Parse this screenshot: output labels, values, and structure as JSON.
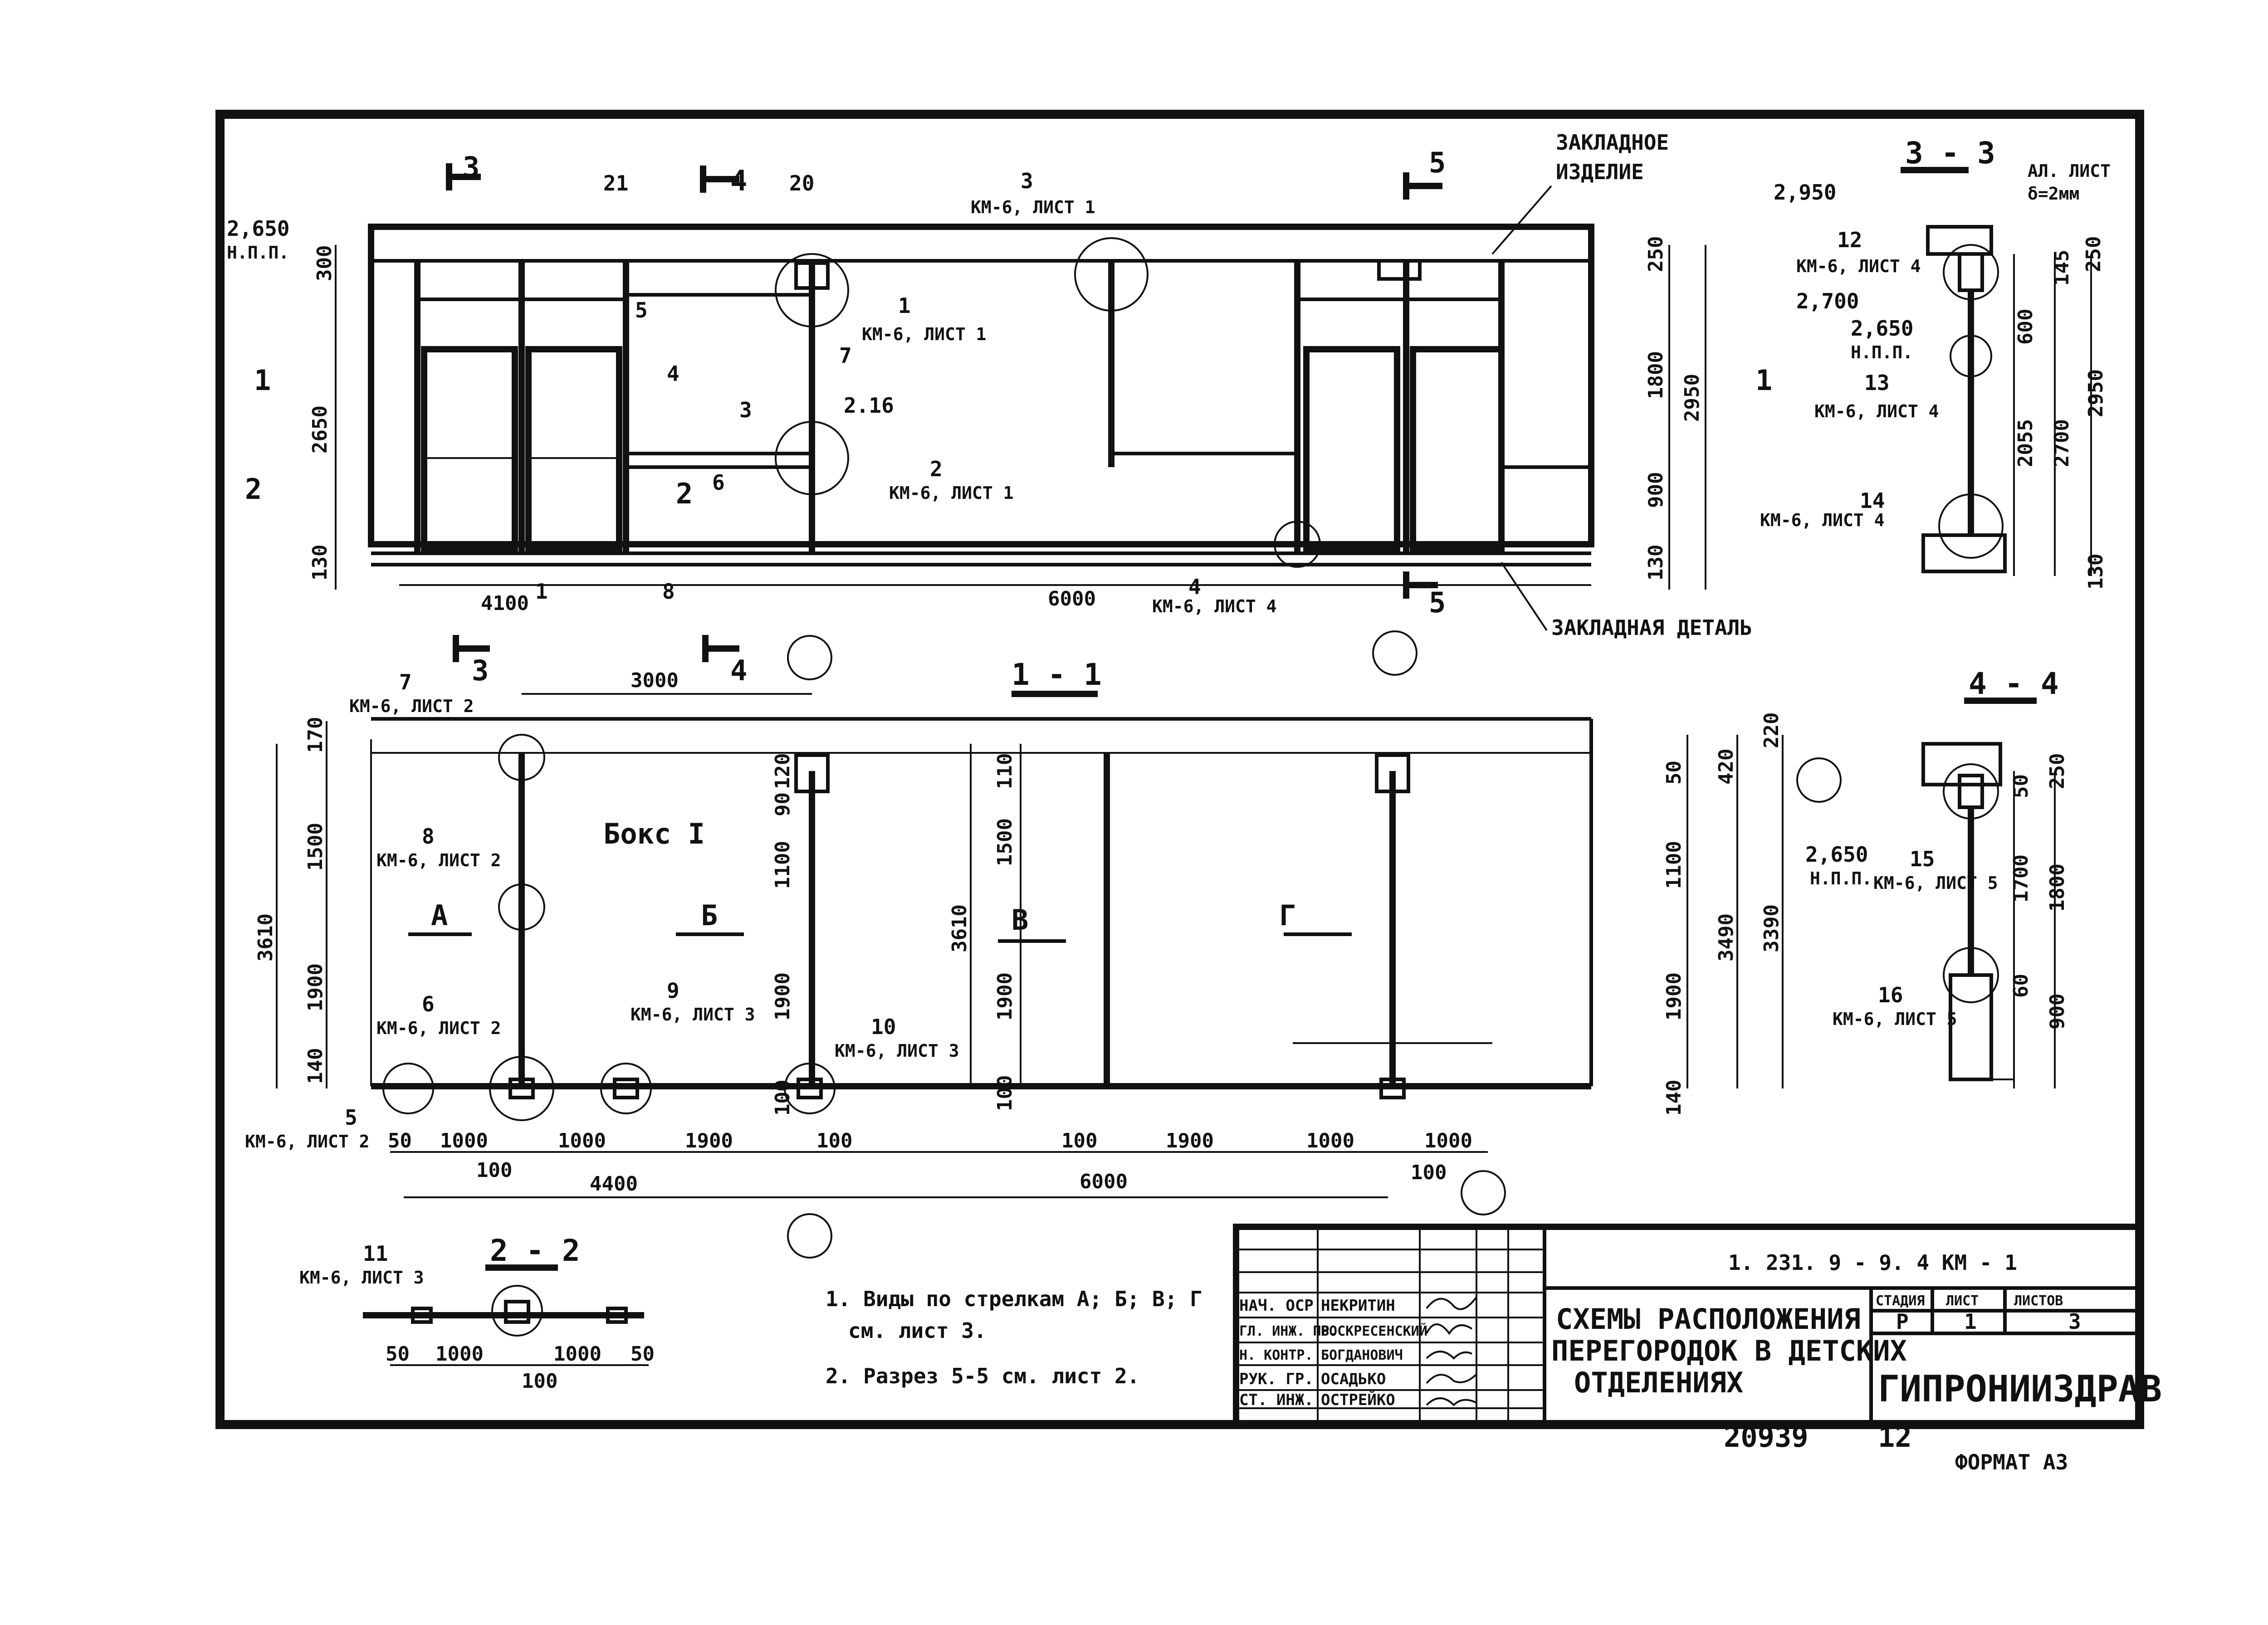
{
  "title_block": {
    "code": "1. 231. 9 - 9. 4  КМ - 1",
    "title_lines": [
      "СХЕМЫ РАСПОЛОЖЕНИЯ",
      "ПЕРЕГОРОДОК В ДЕТСКИХ",
      "ОТДЕЛЕНИЯХ"
    ],
    "stage_header": "СТАДИЯ",
    "sheet_header": "ЛИСТ",
    "sheets_header": "ЛИСТОВ",
    "stage": "Р",
    "sheet": "1",
    "sheets": "3",
    "org": "ГИПРОНИИЗДРАВ",
    "roles": [
      "НАЧ. ОСР",
      "ГЛ. ИНЖ. ПР.",
      "Н. КОНТР.",
      "РУК. ГР.",
      "СТ. ИНЖ."
    ],
    "names": [
      "НЕКРИТИН",
      "ВОСКРЕСЕНСКИЙ",
      "БОГДАНОВИЧ",
      "ОСАДЬКО",
      "ОСТРЕЙКО"
    ],
    "inventory": "20939",
    "copy": "12",
    "format": "ФОРМАТ А3"
  },
  "notes": [
    "1. Виды по стрелкам А; Б; В; Г",
    "см. лист 3.",
    "2. Разрез 5-5 см. лист 2."
  ],
  "sections": {
    "s11": "1 - 1",
    "s22": "2 - 2",
    "s33": "3 - 3",
    "s44": "4 - 4"
  },
  "callouts": {
    "zakladnoe_1": "ЗАКЛАДНОЕ",
    "zakladnoe_2": "ИЗДЕЛИЕ",
    "zakladnaya": "ЗАКЛАДНАЯ ДЕТАЛЬ",
    "al_list_1": "АЛ. ЛИСТ",
    "al_list_2": "δ=2мм",
    "npp": "Н.П.П.",
    "boks": "Бокс I",
    "km1": "КМ-6, ЛИСТ 1",
    "km2": "КМ-6, ЛИСТ 2",
    "km3": "КМ-6, ЛИСТ 3",
    "km4": "КМ-6, ЛИСТ 4",
    "km5": "КМ-6, ЛИСТ 5"
  },
  "marks": {
    "m1": "1",
    "m2": "2",
    "m3": "3",
    "m4": "4",
    "m5": "5",
    "m6": "6",
    "m7": "7",
    "m8": "8",
    "m9": "9",
    "m10": "10",
    "m11": "11",
    "m12": "12",
    "m13": "13",
    "m14": "14",
    "m15": "15",
    "m16": "16",
    "m20": "20",
    "m21": "21",
    "m216": "2.16"
  },
  "arrows": {
    "A": "А",
    "B": "Б",
    "V": "В",
    "G": "Г"
  },
  "elevations": {
    "e2650": "2,650",
    "e2950": "2,950",
    "e2700": "2,700"
  },
  "dims": {
    "d300": "300",
    "d2650": "2650",
    "d130": "130",
    "d250": "250",
    "d1800": "1800",
    "d900": "900",
    "d2950": "2950",
    "d4100": "4100",
    "d6000": "6000",
    "d3000": "3000",
    "d170": "170",
    "d1500": "1500",
    "d1900": "1900",
    "d3610": "3610",
    "d140": "140",
    "d50": "50",
    "d1000": "1000",
    "d100": "100",
    "d4400": "4400",
    "d120": "120",
    "d90": "90",
    "d1100": "1100",
    "d110": "110",
    "d420": "420",
    "d220": "220",
    "d3490": "3490",
    "d3390": "3390",
    "d145": "145",
    "d600": "600",
    "d2055": "2055",
    "d2700": "2700",
    "d1700": "1700",
    "d60": "60"
  }
}
